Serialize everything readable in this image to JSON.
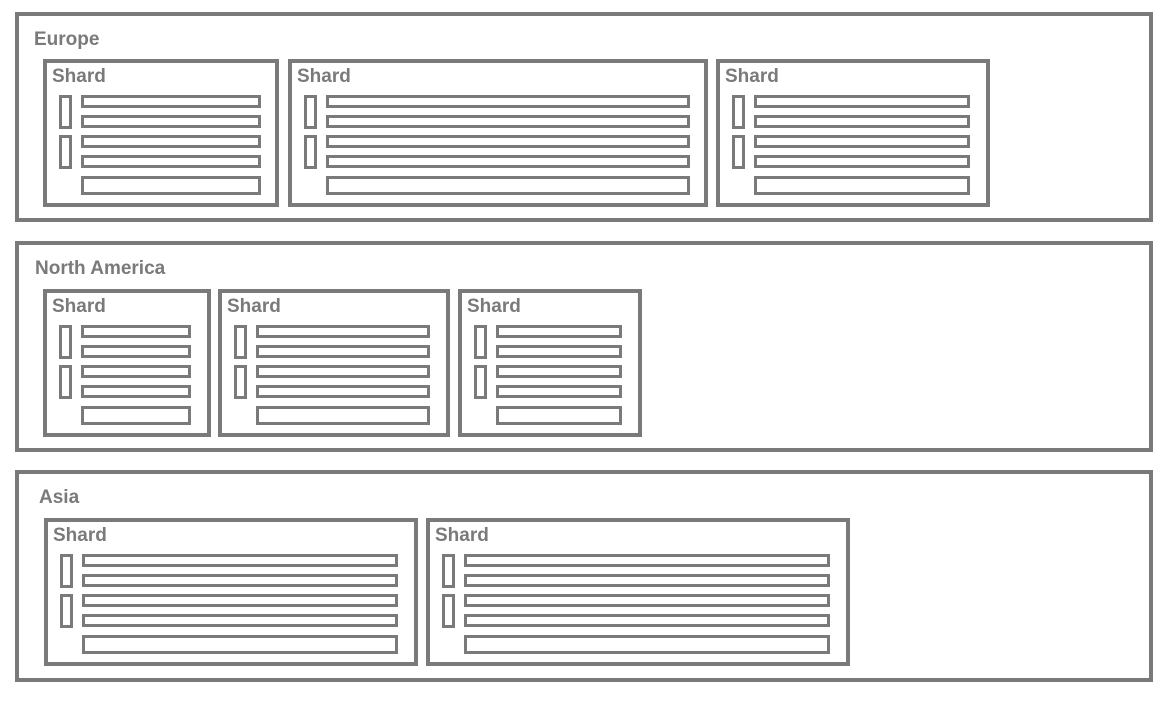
{
  "regions": [
    {
      "name": "Europe",
      "shards": [
        "Shard",
        "Shard",
        "Shard"
      ]
    },
    {
      "name": "North America",
      "shards": [
        "Shard",
        "Shard",
        "Shard"
      ]
    },
    {
      "name": "Asia",
      "shards": [
        "Shard",
        "Shard"
      ]
    }
  ],
  "colors": {
    "stroke": "#7a7a7a",
    "background": "#ffffff"
  }
}
